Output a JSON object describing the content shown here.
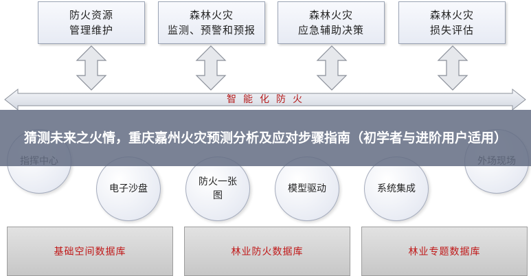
{
  "top_boxes": [
    {
      "line1": "防火资源",
      "line2": "管理维护"
    },
    {
      "line1": "森林火灾",
      "line2": "监测、预警和预报"
    },
    {
      "line1": "森林火灾",
      "line2": "应急辅助决策"
    },
    {
      "line1": "森林火灾",
      "line2": "损失评估"
    }
  ],
  "band_label": "智能化防火",
  "circles": [
    {
      "line1": "指挥中心",
      "line2": ""
    },
    {
      "line1": "电子沙盘",
      "line2": ""
    },
    {
      "line1": "防火一张",
      "line2": "图"
    },
    {
      "line1": "模型驱动",
      "line2": ""
    },
    {
      "line1": "系统集成",
      "line2": ""
    },
    {
      "line1": "外场现场",
      "line2": ""
    }
  ],
  "databases": [
    {
      "label": "基础空间数据库"
    },
    {
      "label": "林业防火数据库"
    },
    {
      "label": "林业专题数据库"
    }
  ],
  "overlay": {
    "title": "猜测未来之火情，重庆嘉州火灾预测分析及应对步骤指南（初学者与进阶用户适用）"
  },
  "colors": {
    "band_arrow": "#dde2ea",
    "band_text": "#b51d1d",
    "db_text": "#c01818",
    "overlay_bg": "#646e84"
  }
}
